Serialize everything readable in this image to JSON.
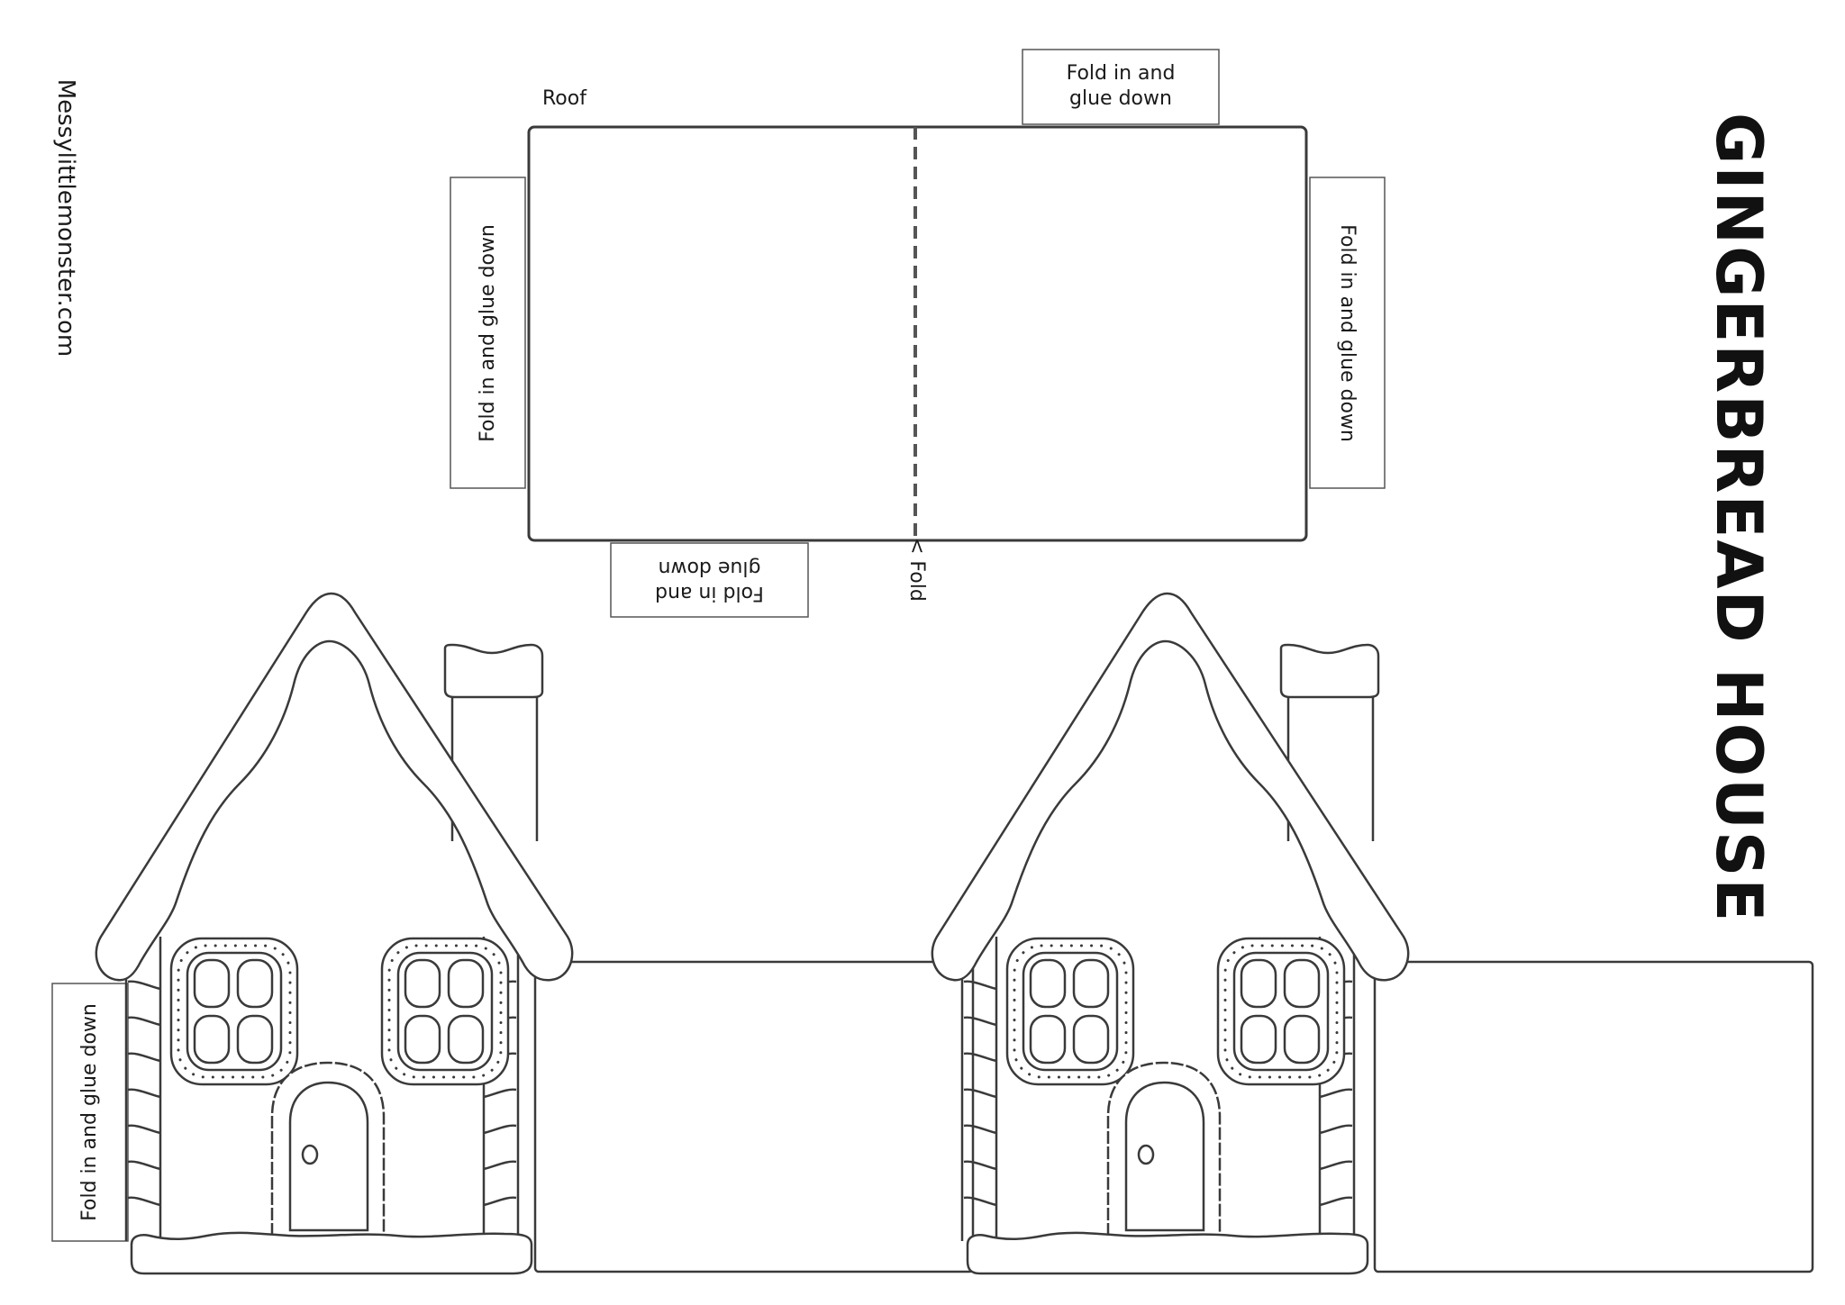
{
  "website": "Messylittlemonster.com",
  "title": "GINGERBREAD HOUSE",
  "roof": {
    "label": "Roof",
    "fold_label": "< Fold",
    "tab_top": "Fold in and\nglue  down",
    "tab_left": "Fold in and glue  down",
    "tab_right": "Fold in and glue  down",
    "tab_bottom": "Fold in and\nglue  down"
  },
  "walls": {
    "side_tab": "Fold in and glue  down"
  },
  "colors": {
    "line": "#3a3a3a",
    "background": "#ffffff"
  }
}
